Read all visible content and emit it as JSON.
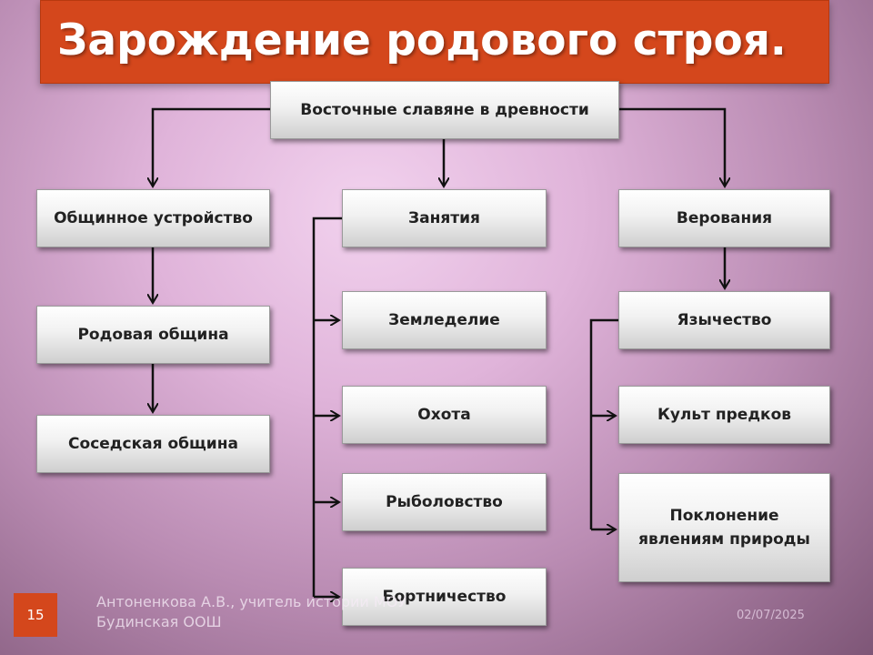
{
  "slide": {
    "title": "Зарождение родового строя.",
    "number": "15",
    "author_line1": "Антоненкова А.В., учитель истории МОУ",
    "author_line2": "Будинская ООШ",
    "date": "02/07/2025"
  },
  "diagram": {
    "root": "Восточные славяне в древности",
    "community": {
      "head": "Общинное устройство",
      "items": [
        "Родовая община",
        "Соседская община"
      ]
    },
    "occupations": {
      "head": "Занятия",
      "items": [
        "Земледелие",
        "Охота",
        "Рыболовство",
        "Бортничество"
      ]
    },
    "beliefs": {
      "head": "Верования",
      "paganism": "Язычество",
      "items": [
        "Культ предков",
        "Поклонение явлениям природы"
      ]
    }
  }
}
